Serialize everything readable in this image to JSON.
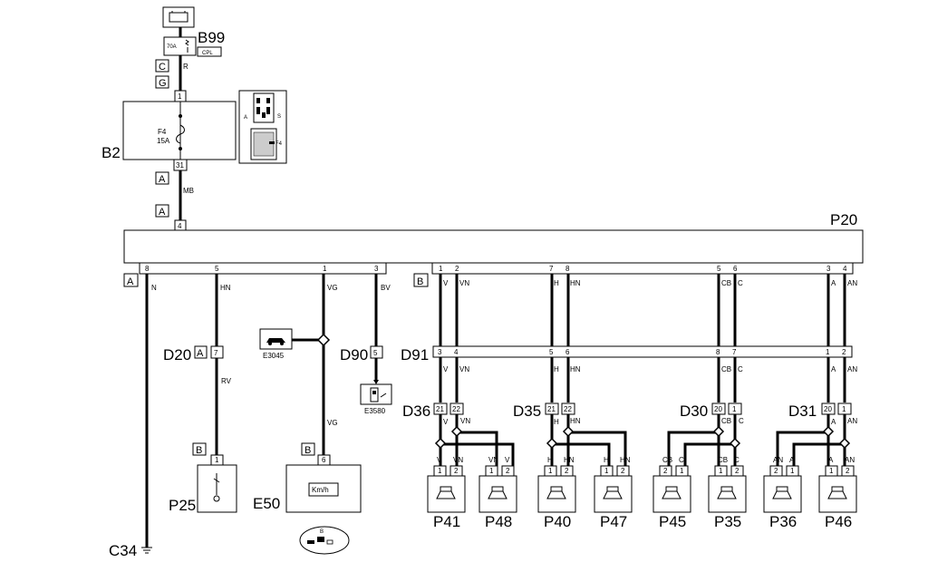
{
  "components": {
    "B99": {
      "label": "B99",
      "rating": "70A",
      "tag": "CPL"
    },
    "B2": {
      "label": "B2",
      "fuse": "F4",
      "fuse_rating": "15A",
      "pin_in": "1",
      "pin_out": "31",
      "inset_a": "A",
      "inset_s": "S",
      "inset_f4": "F4"
    },
    "P20": {
      "label": "P20",
      "pin_in": "4",
      "conn_left": "A",
      "conn_right": "B"
    },
    "D20": {
      "label": "D20",
      "conn": "A",
      "pin": "7"
    },
    "D90": {
      "label": "D90",
      "pin": "5"
    },
    "D91": {
      "label": "D91"
    },
    "D36": {
      "label": "D36"
    },
    "D35": {
      "label": "D35"
    },
    "D30": {
      "label": "D30"
    },
    "D31": {
      "label": "D31"
    },
    "E3045": {
      "label": "E3045"
    },
    "E3580": {
      "label": "E3580"
    },
    "P25": {
      "label": "P25",
      "conn": "B",
      "pin": "1"
    },
    "E50": {
      "label": "E50",
      "conn": "B",
      "pin": "6",
      "display": "Km/h",
      "detail_label": "B"
    },
    "C34": {
      "label": "C34"
    }
  },
  "connectors_upper": {
    "c1": "C",
    "c2": "G",
    "a1": "A",
    "a2": "A"
  },
  "wires": {
    "upper_r": "R",
    "upper_mb": "MB"
  },
  "p20_pins_left": [
    {
      "pin": "8",
      "color": "N"
    },
    {
      "pin": "5",
      "color": "HN"
    },
    {
      "pin": "1",
      "color": "VG"
    },
    {
      "pin": "3",
      "color": "BV"
    }
  ],
  "left_lower": {
    "rv": "RV",
    "vg2": "VG"
  },
  "p20_pins_right": [
    {
      "pin": "1",
      "color": "V"
    },
    {
      "pin": "2",
      "color": "VN"
    },
    {
      "pin": "7",
      "color": "H"
    },
    {
      "pin": "8",
      "color": "HN"
    },
    {
      "pin": "5",
      "color": "CB"
    },
    {
      "pin": "6",
      "color": "C"
    },
    {
      "pin": "3",
      "color": "A"
    },
    {
      "pin": "4",
      "color": "AN"
    }
  ],
  "d91_pins": [
    "3",
    "4",
    "5",
    "6",
    "8",
    "7",
    "1",
    "2"
  ],
  "d91_colors": [
    "V",
    "VN",
    "H",
    "HN",
    "CB",
    "C",
    "A",
    "AN"
  ],
  "splice_pins": {
    "D36": [
      "21",
      "22"
    ],
    "D35": [
      "21",
      "22"
    ],
    "D30": [
      "20",
      "1"
    ],
    "D31": [
      "20",
      "1"
    ]
  },
  "splice_colors": [
    "V",
    "VN",
    "H",
    "HN",
    "CB",
    "C",
    "A",
    "AN"
  ],
  "speakers": [
    {
      "id": "P41",
      "pins": [
        "1",
        "2"
      ],
      "colors": [
        "V",
        "VN"
      ]
    },
    {
      "id": "P48",
      "pins": [
        "1",
        "2"
      ],
      "colors": [
        "VN",
        "V"
      ]
    },
    {
      "id": "P40",
      "pins": [
        "1",
        "2"
      ],
      "colors": [
        "H",
        "HN"
      ]
    },
    {
      "id": "P47",
      "pins": [
        "1",
        "2"
      ],
      "colors": [
        "H",
        "HN"
      ]
    },
    {
      "id": "P45",
      "pins": [
        "2",
        "1"
      ],
      "colors": [
        "CB",
        "C"
      ]
    },
    {
      "id": "P35",
      "pins": [
        "1",
        "2"
      ],
      "colors": [
        "CB",
        "C"
      ]
    },
    {
      "id": "P36",
      "pins": [
        "2",
        "1"
      ],
      "colors": [
        "AN",
        "A"
      ]
    },
    {
      "id": "P46",
      "pins": [
        "1",
        "2"
      ],
      "colors": [
        "A",
        "AN"
      ]
    }
  ]
}
